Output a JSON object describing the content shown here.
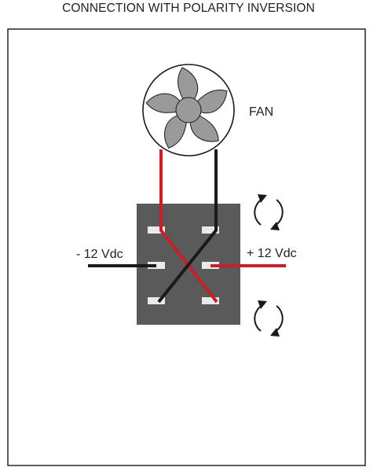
{
  "title": "CONNECTION WITH POLARITY INVERSION",
  "labels": {
    "fan": "FAN",
    "negative": "- 12 Vdc",
    "positive": "+ 12 Vdc"
  },
  "icons": {
    "fan": "fan-icon",
    "rotate_top": "rotate-arrows-icon",
    "rotate_bottom": "rotate-arrows-icon"
  },
  "colors": {
    "red_wire": "#c8202a",
    "black_wire": "#1a1a1a",
    "switch_body": "#5a5a5a",
    "terminal": "#e9e9e9",
    "fan_blade": "#9a9a9a",
    "frame": "#333333"
  }
}
